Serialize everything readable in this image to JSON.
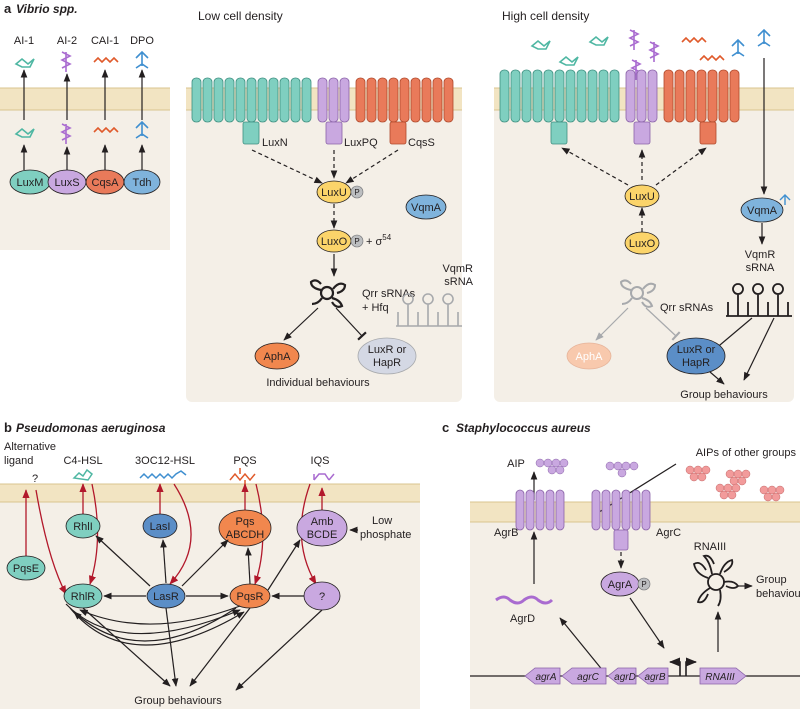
{
  "panel_a": {
    "letter": "a",
    "title": "Vibrio spp.",
    "low_label": "Low cell density",
    "high_label": "High cell density",
    "signals": [
      "AI-1",
      "AI-2",
      "CAI-1",
      "DPO"
    ],
    "synthases": [
      "LuxM",
      "LuxS",
      "CqsA",
      "Tdh"
    ],
    "receptors": [
      "LuxN",
      "LuxPQ",
      "CqsS"
    ],
    "luxu": "LuxU",
    "luxo": "LuxO",
    "p": "P",
    "sigma": "+ σ",
    "sigma_sup": "54",
    "vqma": "VqmA",
    "qrr_line1": "Qrr sRNAs",
    "qrr_line2": "+ Hfq",
    "qrr_high": "Qrr sRNAs",
    "vqmr_line1": "VqmR",
    "vqmr_line2": "sRNA",
    "apha": "AphA",
    "luxr_line1": "LuxR or",
    "luxr_line2": "HapR",
    "individual": "Individual behaviours",
    "group": "Group behaviours"
  },
  "panel_b": {
    "letter": "b",
    "title": "Pseudomonas aeruginosa",
    "alt_line1": "Alternative",
    "alt_line2": "ligand",
    "question": "?",
    "signals": [
      "C4-HSL",
      "3OC12-HSL",
      "PQS",
      "IQS"
    ],
    "pqse": "PqsE",
    "rhli": "RhlI",
    "lasi": "LasI",
    "pqs_line1": "Pqs",
    "pqs_line2": "ABCDH",
    "amb_line1": "Amb",
    "amb_line2": "BCDE",
    "low_line1": "Low",
    "low_line2": "phosphate",
    "rhlr": "RhlR",
    "lasr": "LasR",
    "pqsr": "PqsR",
    "group": "Group behaviours"
  },
  "panel_c": {
    "letter": "c",
    "title": "Staphylococcus aureus",
    "other_aips": "AIPs of other groups",
    "aip": "AIP",
    "agrb": "AgrB",
    "agrc": "AgrC",
    "agrd": "AgrD",
    "agra": "AgrA",
    "p": "P",
    "rnaiii": "RNAIII",
    "group_line1": "Group",
    "group_line2": "behaviours",
    "genes": [
      "agrA",
      "agrC",
      "agrD",
      "agrB",
      "RNAIII"
    ]
  },
  "colors": {
    "membrane": "#f2e4c2",
    "cytoplasm": "#f4efe7",
    "teal": "#7fcfc0",
    "purple": "#c9a8e0",
    "orange": "#e97a5a",
    "blue": "#7fb3dc",
    "yellow": "#fbd46a",
    "arrow_red": "#b2182b"
  }
}
